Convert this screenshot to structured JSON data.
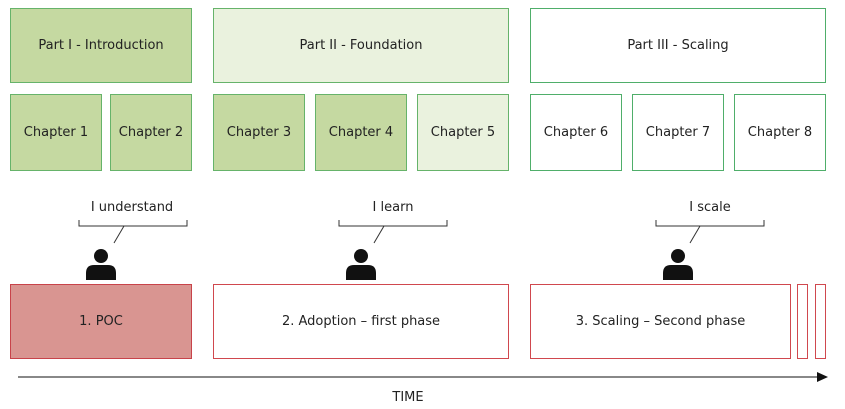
{
  "parts": [
    {
      "label": "Part I - Introduction"
    },
    {
      "label": "Part II - Foundation"
    },
    {
      "label": "Part III - Scaling"
    }
  ],
  "chapters": [
    {
      "label": "Chapter 1"
    },
    {
      "label": "Chapter 2"
    },
    {
      "label": "Chapter 3"
    },
    {
      "label": "Chapter 4"
    },
    {
      "label": "Chapter 5"
    },
    {
      "label": "Chapter 6"
    },
    {
      "label": "Chapter 7"
    },
    {
      "label": "Chapter 8"
    }
  ],
  "callouts": [
    {
      "label": "I understand"
    },
    {
      "label": "I learn"
    },
    {
      "label": "I scale"
    }
  ],
  "phases": [
    {
      "label": "1. POC"
    },
    {
      "label": "2. Adoption – first phase"
    },
    {
      "label": "3. Scaling – Second phase"
    }
  ],
  "axis": {
    "label": "TIME"
  },
  "colors": {
    "green_dark": "#c5d9a1",
    "green_light": "#eaf2de",
    "green_border": "#66b36a",
    "red_fill": "#d99591",
    "red_border": "#c8434a"
  }
}
